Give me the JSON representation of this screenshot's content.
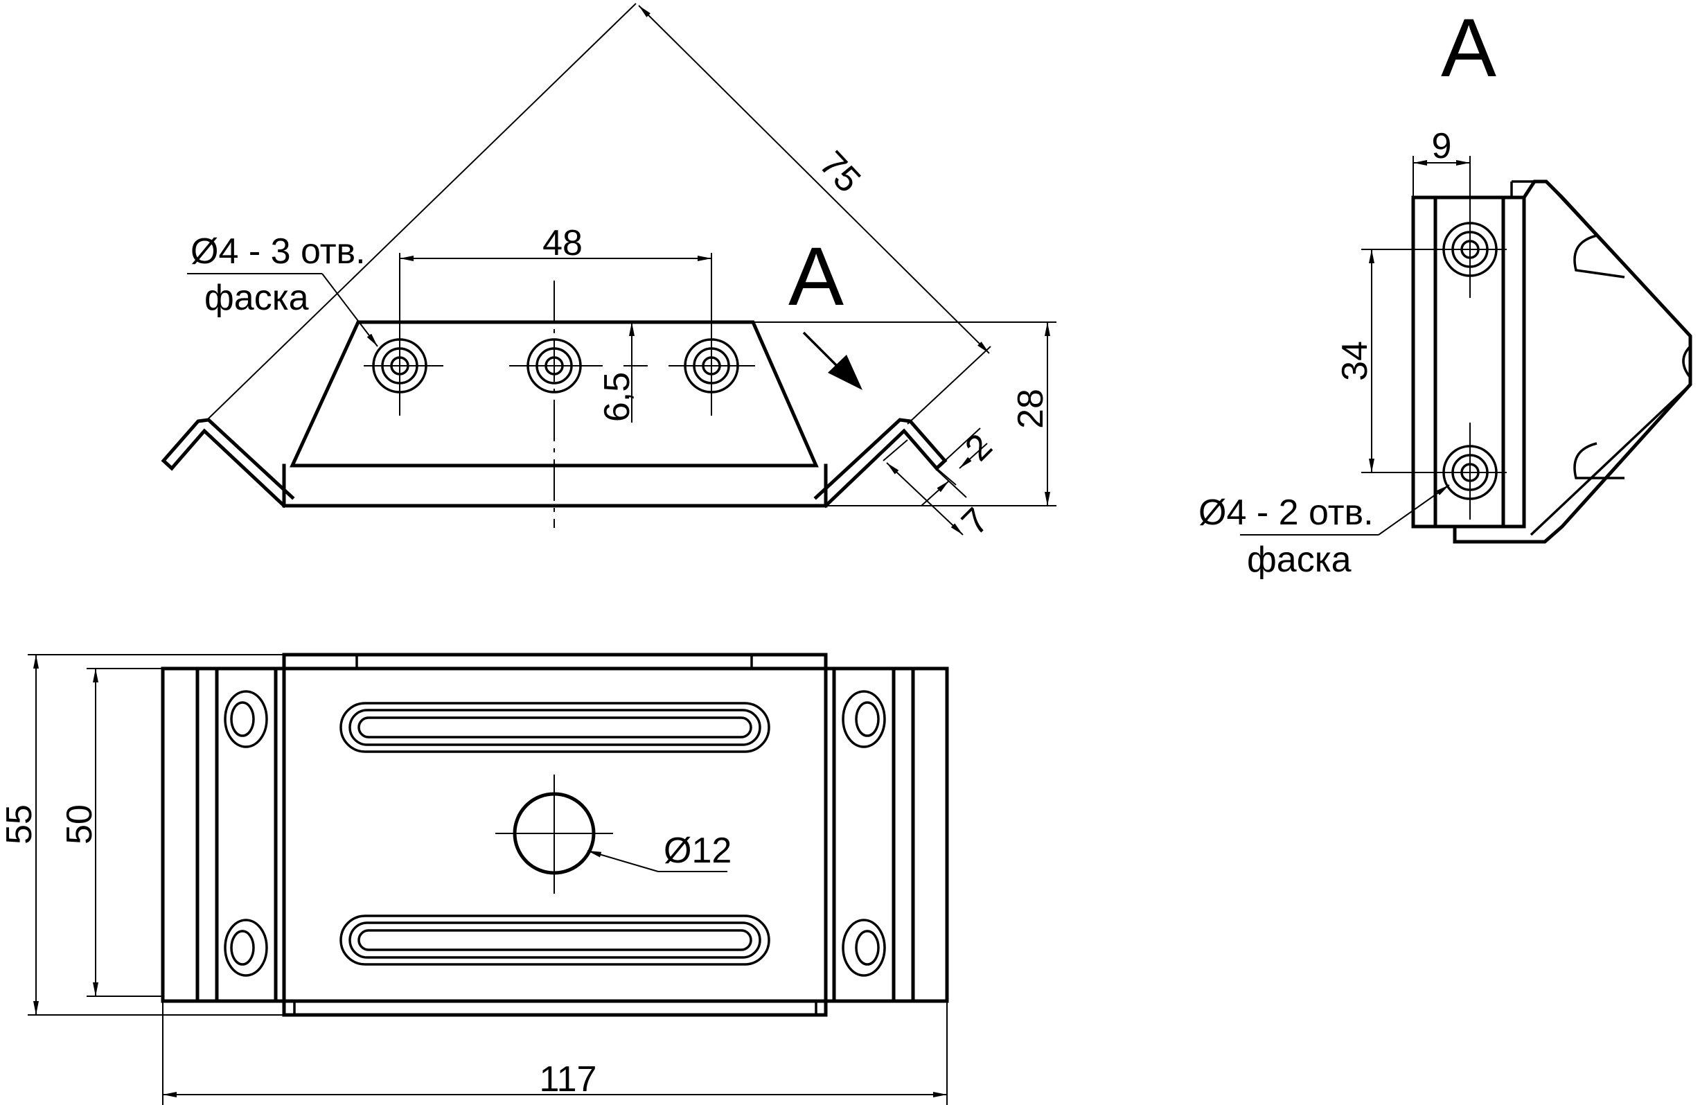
{
  "drawing": {
    "view_label_main": "A",
    "view_label_side": "A",
    "front_view": {
      "dim_width": "48",
      "dim_height": "28",
      "dim_offset": "6,5",
      "dim_diagonal": "75",
      "dim_thickness": "2",
      "dim_flange": "7",
      "hole_note_line1": "Ø4 - 3 отв.",
      "hole_note_line2": "фаска"
    },
    "side_view": {
      "dim_top": "9",
      "dim_spacing": "34",
      "hole_note_line1": "Ø4 - 2 отв.",
      "hole_note_line2": "фаска"
    },
    "plan_view": {
      "dim_overall_height": "55",
      "dim_inner_height": "50",
      "dim_length": "117",
      "dim_center_hole": "Ø12"
    }
  }
}
